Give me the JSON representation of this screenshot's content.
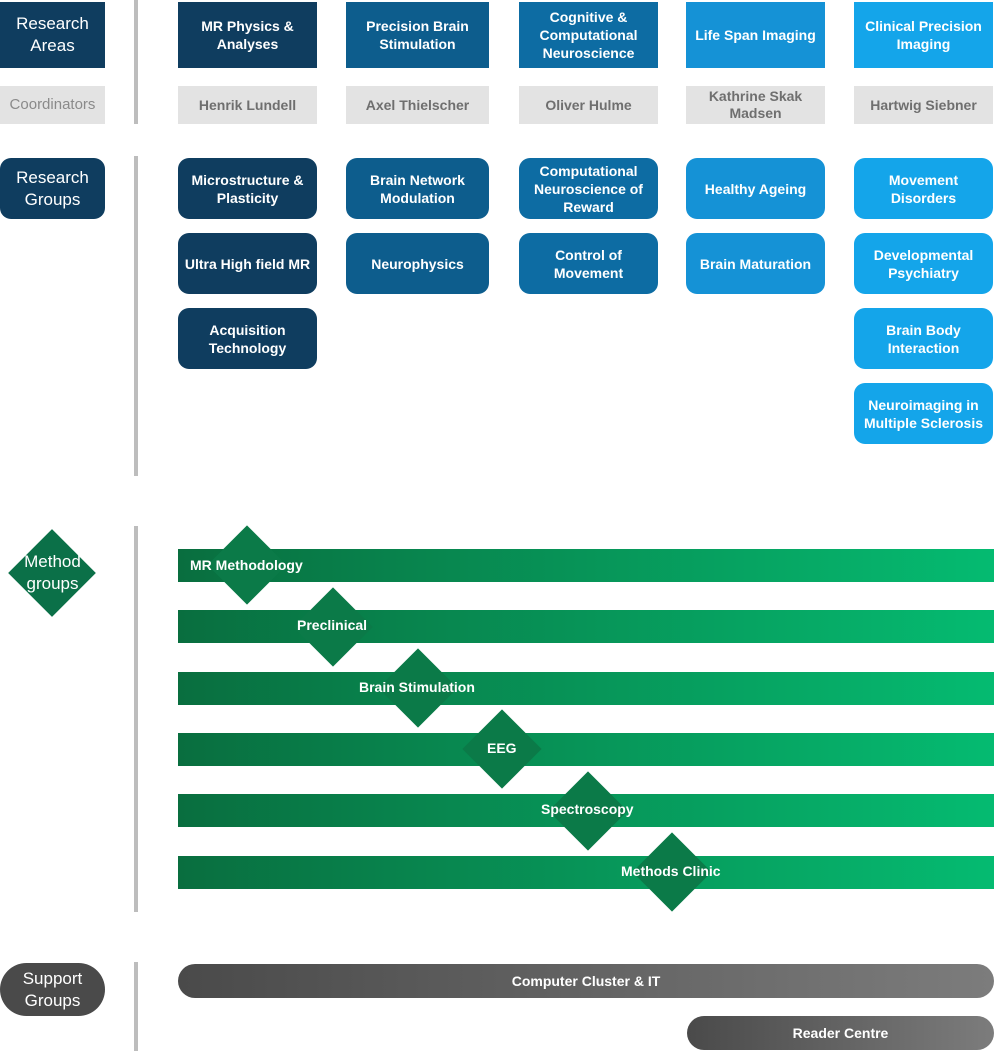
{
  "side_labels": {
    "research_areas": "Research Areas",
    "coordinators": "Coordinators",
    "research_groups": "Research Groups",
    "method_groups": "Method groups",
    "support_groups": "Support Groups"
  },
  "research_areas": [
    {
      "title": "MR Physics & Analyses",
      "coordinator": "Henrik Lundell",
      "groups": [
        "Microstructure & Plasticity",
        "Ultra High field MR",
        "Acquisition Technology"
      ]
    },
    {
      "title": "Precision Brain Stimulation",
      "coordinator": "Axel Thielscher",
      "groups": [
        "Brain Network Modulation",
        "Neurophysics"
      ]
    },
    {
      "title": "Cognitive & Computational Neuroscience",
      "coordinator": "Oliver Hulme",
      "groups": [
        "Computational Neuroscience of Reward",
        "Control of Movement"
      ]
    },
    {
      "title": "Life Span Imaging",
      "coordinator": "Kathrine Skak Madsen",
      "groups": [
        "Healthy Ageing",
        "Brain Maturation"
      ]
    },
    {
      "title": "Clinical Precision Imaging",
      "coordinator": "Hartwig Siebner",
      "groups": [
        "Movement Disorders",
        "Developmental Psychiatry",
        "Brain Body Interaction",
        "Neuroimaging in Multiple Sclerosis"
      ]
    }
  ],
  "method_groups": [
    "MR Methodology",
    "Preclinical",
    "Brain Stimulation",
    "EEG",
    "Spectroscopy",
    "Methods Clinic"
  ],
  "support_groups": [
    "Computer Cluster & IT",
    "Reader Centre"
  ],
  "colors": {
    "area_1": "#0f3d5f",
    "area_2": "#0d5d8d",
    "area_3": "#0d6ca3",
    "area_4": "#1592d6",
    "area_5": "#14a5ea",
    "method_dark": "#096e3f",
    "method_light": "#05bb71",
    "support": "#5a5a5a",
    "coordinator_bg": "#e3e3e3"
  }
}
